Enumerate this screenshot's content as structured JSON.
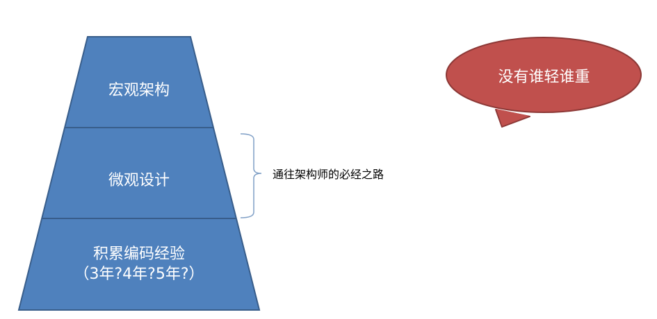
{
  "pyramid": {
    "levels": [
      {
        "label": "宏观架构"
      },
      {
        "label": "微观设计"
      },
      {
        "label_line1": "积累编码经验",
        "label_line2": "（3年?4年?5年?）"
      }
    ],
    "fill_color": "#4f81bd",
    "stroke_color": "#385d8a"
  },
  "brace": {
    "label": "通往架构师的必经之路",
    "color": "#7f9fc6"
  },
  "callout": {
    "label": "没有谁轻谁重",
    "fill_color": "#c0504d",
    "stroke_color": "#8c3836"
  }
}
